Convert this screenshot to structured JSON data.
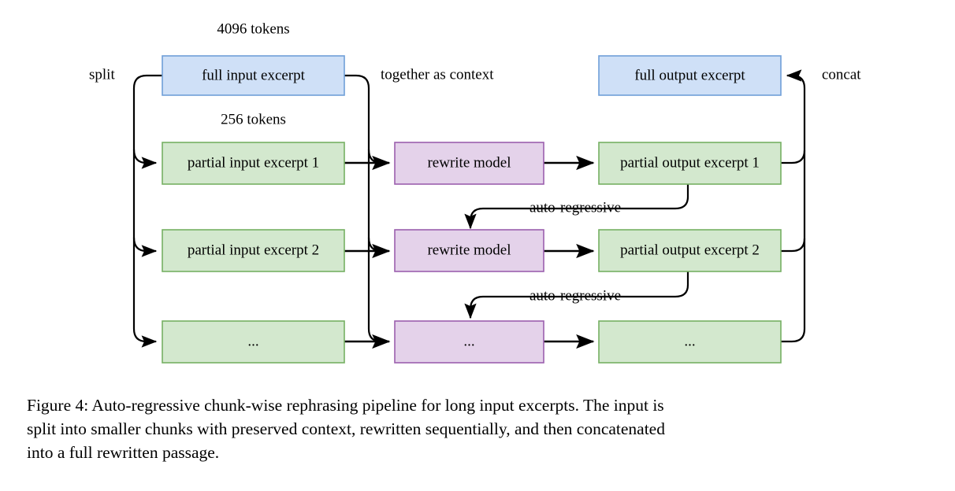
{
  "figure": {
    "type": "flow-diagram",
    "annotations": {
      "tokens_full": "4096 tokens",
      "tokens_partial": "256 tokens",
      "split": "split",
      "context": "together as context",
      "concat": "concat",
      "autoregressive_1": "auto-regressive",
      "autoregressive_2": "auto-regressive"
    },
    "colors": {
      "blue_fill": "#cfe0f7",
      "blue_stroke": "#6f9fd8",
      "green_fill": "#d3e8ce",
      "green_stroke": "#76b063",
      "purple_fill": "#e4d2ea",
      "purple_stroke": "#9b5fad",
      "edge": "#000000",
      "background": "#ffffff"
    },
    "nodes": {
      "full_input": "full input excerpt",
      "full_output": "full output excerpt",
      "partial_input_1": "partial input excerpt 1",
      "partial_input_2": "partial input excerpt 2",
      "partial_input_3": "...",
      "rewrite_model_1": "rewrite model",
      "rewrite_model_2": "rewrite model",
      "rewrite_model_3": "...",
      "partial_output_1": "partial output excerpt 1",
      "partial_output_2": "partial output excerpt 2",
      "partial_output_3": "..."
    }
  },
  "caption": {
    "line1": "Figure 4: Auto-regressive chunk-wise rephrasing pipeline for long input excerpts. The input is",
    "line2": "split into smaller chunks with preserved context, rewritten sequentially, and then concatenated",
    "line3": "into a full rewritten passage."
  }
}
